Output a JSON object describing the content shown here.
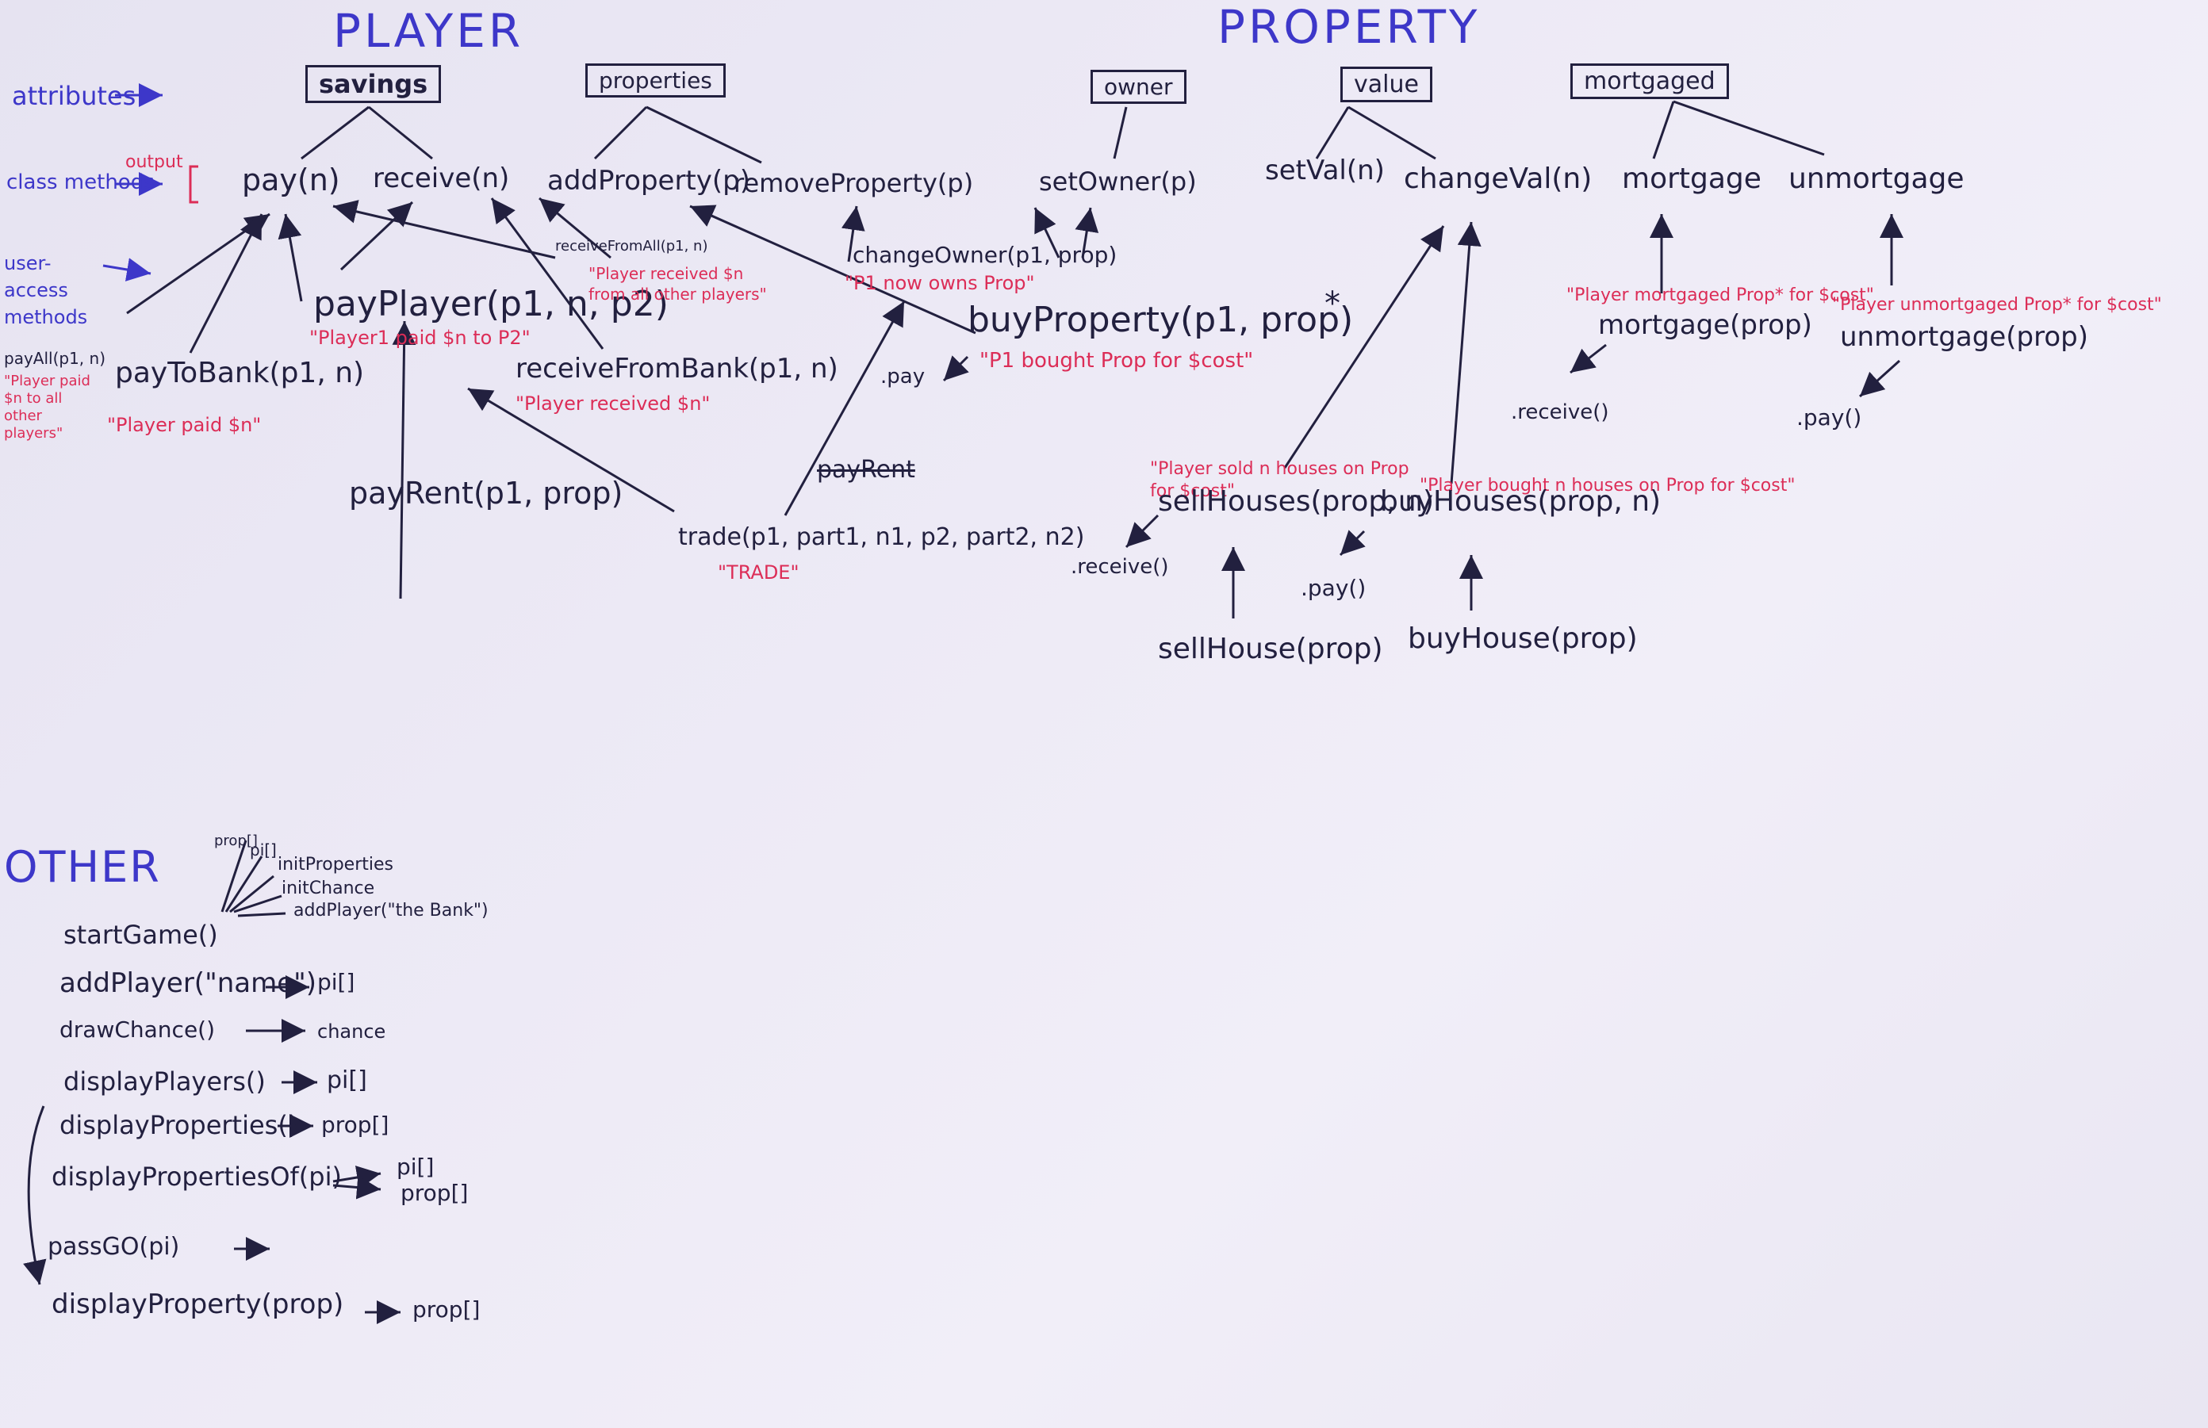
{
  "headings": {
    "player": "PLAYER",
    "property": "PROPERTY",
    "other": "OTHER"
  },
  "row_labels": {
    "attributes": "attributes",
    "class_methods": "class methods",
    "output": "output",
    "user_access_methods": "user-access methods"
  },
  "player": {
    "attributes": [
      "savings",
      "properties"
    ],
    "methods": [
      "pay(n)",
      "receive(n)",
      "addProperty(p)",
      "removeProperty(p)"
    ],
    "user_methods": {
      "payAll": "payAll(p1, n)",
      "payToBank": "payToBank(p1, n)",
      "payPlayer": "payPlayer(p1, n, p2)",
      "receiveFromAll": "receiveFromAll(p1, n)",
      "receiveFromBank": "receiveFromBank(p1, n)",
      "payRent": "payRent(p1, prop)",
      "trade": "trade(p1, part1, n1, p2, part2, n2)",
      "payRent_crossed": "payRent"
    },
    "outputs": {
      "payAll": "\"Player paid $n to all other players\"",
      "payToBank": "\"Player paid $n\"",
      "payPlayer": "\"Player1 paid $n to P2\"",
      "receiveFromAll": "\"Player received $n from all other players\"",
      "receiveFromBank": "\"Player received $n\"",
      "trade": "\"TRADE\""
    }
  },
  "property": {
    "attributes": [
      "owner",
      "value",
      "mortgaged"
    ],
    "methods": [
      "setOwner(p)",
      "setVal(n)",
      "changeVal(n)",
      "mortgage",
      "unmortgage"
    ],
    "user_methods": {
      "changeOwner": "changeOwner(p1, prop)",
      "buyProperty": "buyProperty(p1, prop)",
      "mortgage": "mortgage(prop)",
      "unmortgage": "unmortgage(prop)",
      "sellHouses": "sellHouses(prop, n)",
      "buyHouses": "buyHouses(prop, n)",
      "sellHouse": "sellHouse(prop)",
      "buyHouse": "buyHouse(prop)"
    },
    "outputs": {
      "changeOwner": "\"P1 now owns Prop\"",
      "buyProperty": "\"P1 bought Prop for $cost\"",
      "mortgage": "\"Player mortgaged Prop* for $cost\"",
      "unmortgage": "\"Player unmortgaged Prop* for $cost\"",
      "sellHouses": "\"Player sold n houses on Prop for $cost\"",
      "buyHouses": "\"Player bought n houses on Prop for $cost\""
    },
    "calls": {
      "pay_under_buy": ".pay",
      "receive_under_mortgage": ".receive()",
      "pay_under_unmortgage": ".pay()",
      "receive_under_sell": ".receive()",
      "pay_under_buyhouses": ".pay()"
    },
    "asterisk": "*"
  },
  "other": {
    "init": [
      "prop[]",
      "pi[]",
      "initProperties",
      "initChance",
      "addPlayer(\"the Bank\")"
    ],
    "functions": [
      {
        "name": "startGame()",
        "returns": ""
      },
      {
        "name": "addPlayer(\"name\")",
        "returns": "pi[]"
      },
      {
        "name": "drawChance()",
        "returns": "chance"
      },
      {
        "name": "displayPlayers()",
        "returns": "pi[]"
      },
      {
        "name": "displayProperties()",
        "returns": "prop[]"
      },
      {
        "name": "displayPropertiesOf(pi)",
        "returns": "pi[]"
      },
      {
        "name": "passGO(pi)",
        "returns": ""
      },
      {
        "name": "displayProperty(prop)",
        "returns": "prop[]"
      }
    ],
    "extra_return": "prop[]"
  }
}
